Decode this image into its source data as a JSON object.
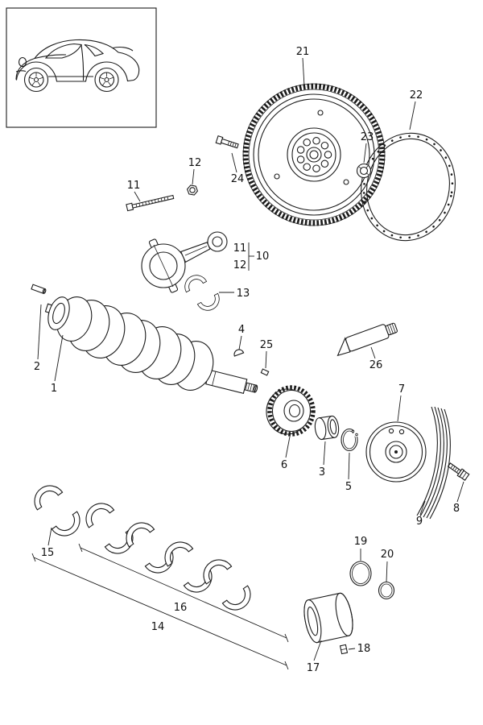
{
  "colors": {
    "ink": "#1b1b1b",
    "background": "#ffffff"
  },
  "labels": {
    "1": "1",
    "2": "2",
    "3": "3",
    "4": "4",
    "5": "5",
    "6": "6",
    "7": "7",
    "8": "8",
    "9": "9",
    "10": "10",
    "11": "11",
    "12": "12",
    "13": "13",
    "14": "14",
    "15": "15",
    "16": "16",
    "17": "17",
    "18": "18",
    "19": "19",
    "20": "20",
    "21": "21",
    "22": "22",
    "23": "23",
    "24": "24",
    "25": "25",
    "26": "26"
  }
}
